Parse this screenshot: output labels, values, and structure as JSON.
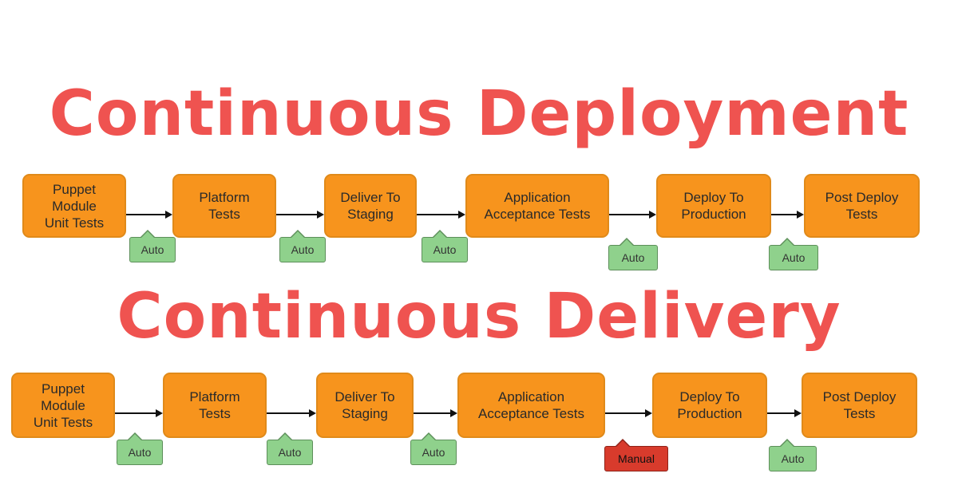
{
  "diagrams": [
    {
      "title": "Continuous Deployment",
      "stages": [
        "Puppet\nModule\nUnit Tests",
        "Platform\nTests",
        "Deliver To\nStaging",
        "Application\nAcceptance Tests",
        "Deploy To\nProduction",
        "Post Deploy\nTests"
      ],
      "gates": [
        "Auto",
        "Auto",
        "Auto",
        "Auto",
        "Auto"
      ]
    },
    {
      "title": "Continuous Delivery",
      "stages": [
        "Puppet\nModule\nUnit Tests",
        "Platform\nTests",
        "Deliver To\nStaging",
        "Application\nAcceptance Tests",
        "Deploy To\nProduction",
        "Post Deploy\nTests"
      ],
      "gates": [
        "Auto",
        "Auto",
        "Auto",
        "Manual",
        "Auto"
      ]
    }
  ],
  "colors": {
    "title": "#ef5350",
    "stage": "#f7941d",
    "auto_gate": "#8fd18c",
    "manual_gate": "#d83b2c"
  }
}
